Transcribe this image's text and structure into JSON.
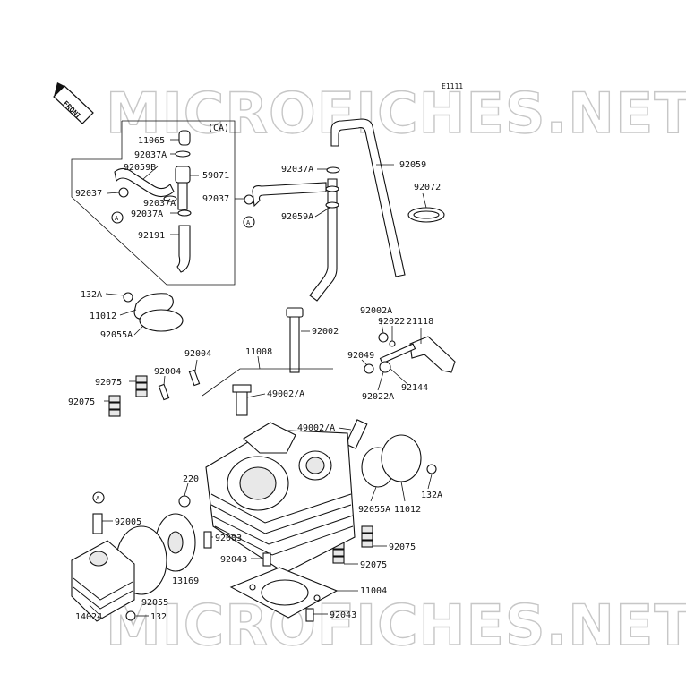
{
  "diagram_code": "E1111",
  "front_label": "FRONT",
  "variant_label": "(CA)",
  "watermark": "MICROFICHES.NET",
  "ref_marker": "A",
  "parts": {
    "p11065": "11065",
    "p92037A_1": "92037A",
    "p92059B": "92059B",
    "p59071": "59071",
    "p92037_left": "92037",
    "p92037A_2": "92037A",
    "p92037A_3": "92037A",
    "p92191": "92191",
    "p92037A_hose": "92037A",
    "p92037_hose": "92037",
    "p92059A": "92059A",
    "p92059": "92059",
    "p92072": "92072",
    "p132A_left": "132A",
    "p11012_left": "11012",
    "p92055A_left": "92055A",
    "p92002": "92002",
    "p92002A": "92002A",
    "p92022": "92022",
    "p21118": "21118",
    "p92049": "92049",
    "p92144": "92144",
    "p92022A": "92022A",
    "p92004_top": "92004",
    "p11008": "11008",
    "p92075_l1": "92075",
    "p92004_mid": "92004",
    "p49002_1": "49002/A",
    "p92075_l2": "92075",
    "p49002_2": "49002/A",
    "p132A_right": "132A",
    "p220": "220",
    "p92055A_right": "92055A",
    "p11012_right": "11012",
    "p92005": "92005",
    "p92003": "92003",
    "p92075_r1": "92075",
    "p92043_top": "92043",
    "p92075_r2": "92075",
    "p13169": "13169",
    "p92055": "92055",
    "p11004": "11004",
    "p14024": "14024",
    "p132": "132",
    "p92043_bot": "92043"
  }
}
